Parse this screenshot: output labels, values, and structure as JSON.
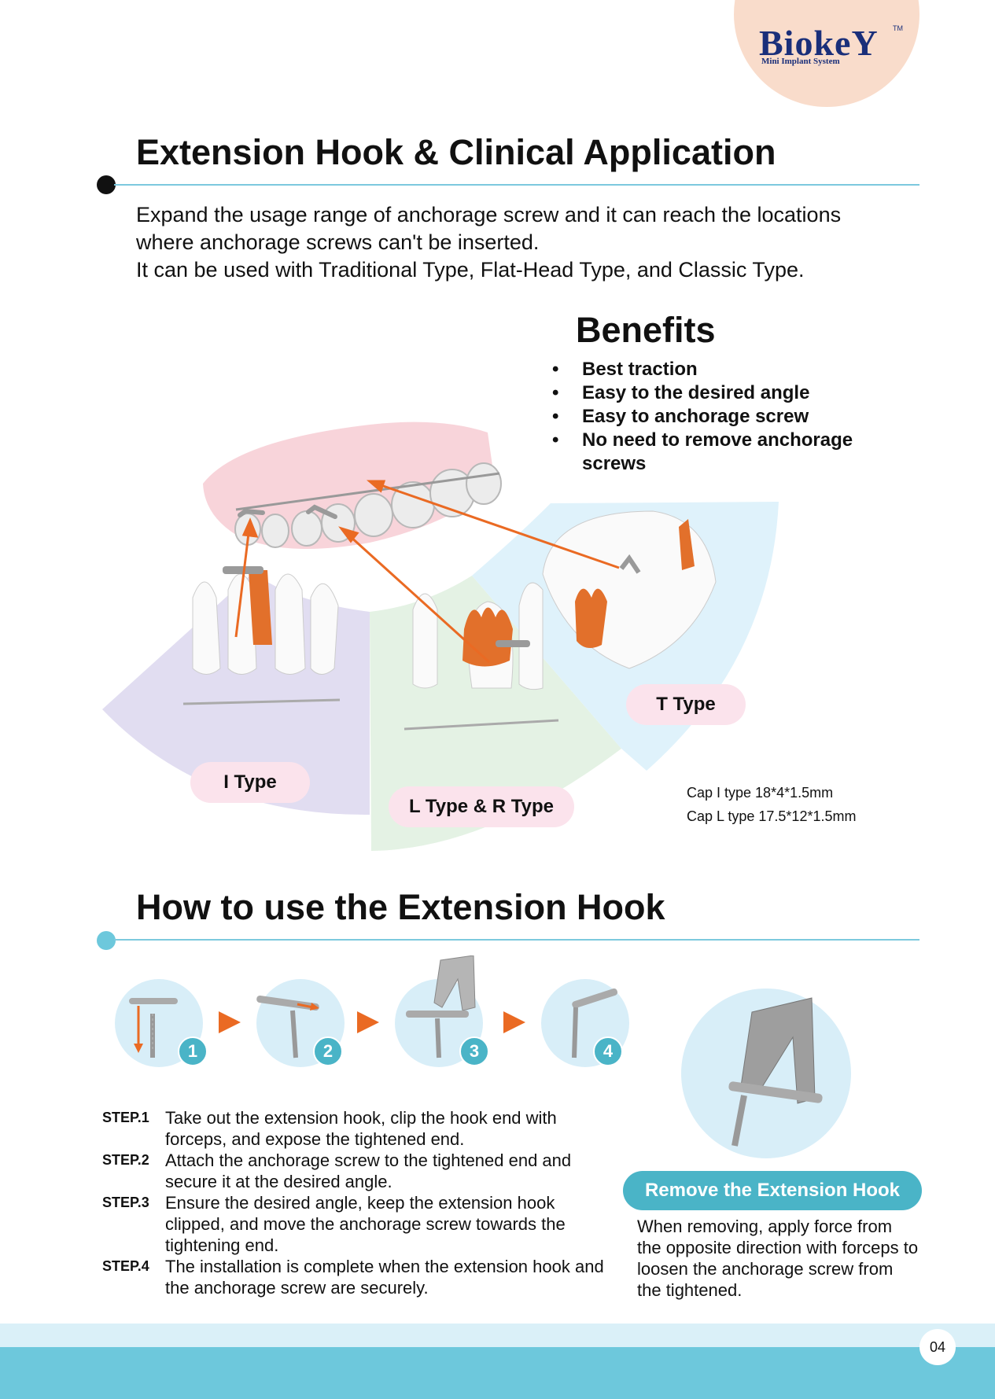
{
  "logo": {
    "brand": "BiokeY",
    "trademark": "TM",
    "subtitle": "Mini Implant System"
  },
  "section1": {
    "title": "Extension Hook & Clinical Application",
    "intro_line1": "Expand the usage range of anchorage screw and it can reach the locations",
    "intro_line2": "where anchorage screws can't be inserted.",
    "intro_line3": "It can be used with Traditional Type, Flat-Head Type, and Classic Type."
  },
  "benefits": {
    "title": "Benefits",
    "items": [
      "Best traction",
      "Easy to the desired angle",
      "Easy to anchorage screw",
      "No need to remove anchorage screws"
    ]
  },
  "types": {
    "i_type": "I Type",
    "l_type": "L Type & R Type",
    "t_type": "T Type"
  },
  "caps": {
    "line1": "Cap I type 18*4*1.5mm",
    "line2": "Cap L type 17.5*12*1.5mm"
  },
  "section2": {
    "title": "How to use the Extension Hook",
    "badges": [
      "1",
      "2",
      "3",
      "4"
    ]
  },
  "steps": [
    {
      "label": "STEP.1",
      "text": "Take out the extension hook, clip the hook end with forceps, and expose the tightened end."
    },
    {
      "label": "STEP.2",
      "text": "Attach the anchorage screw to the tightened end and secure it at the desired angle."
    },
    {
      "label": "STEP.3",
      "text": "Ensure the desired angle, keep the extension hook clipped, and move the anchorage screw towards the tightening end."
    },
    {
      "label": "STEP.4",
      "text": "The installation is complete when the extension hook and the anchorage screw are securely."
    }
  ],
  "remove": {
    "title": "Remove the Extension Hook",
    "text": "When removing, apply force from the opposite direction with forceps to loosen the anchorage screw from the tightened."
  },
  "footer": {
    "page_number": "04"
  },
  "colors": {
    "accent_teal": "#4ab4c7",
    "rule_blue": "#7cc9de",
    "arrow_orange": "#ea6a23",
    "pill_pink": "#fbe3ec",
    "logo_navy": "#1a2f7a"
  }
}
